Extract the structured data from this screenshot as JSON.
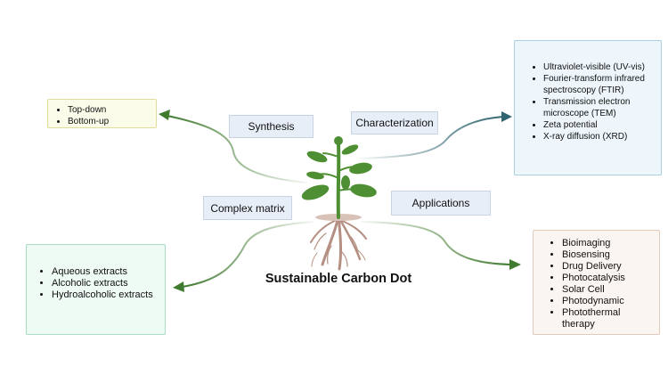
{
  "title": "Sustainable Carbon Dot",
  "labels": {
    "synthesis": "Synthesis",
    "characterization": "Characterization",
    "complex_matrix": "Complex matrix",
    "applications": "Applications"
  },
  "boxes": {
    "synthesis": {
      "items": [
        "Top-down",
        "Bottom-up"
      ],
      "fill": "#fbfbe9",
      "border": "#dedd9b"
    },
    "characterization": {
      "items": [
        "Ultraviolet-visible (UV-vis)",
        "Fourier-transform infrared spectroscopy (FTIR)",
        "Transmission electron microscope (TEM)",
        "Zeta potential",
        "X-ray diffusion (XRD)"
      ],
      "fill": "#eef6fb",
      "border": "#a9d0e4"
    },
    "complex_matrix": {
      "items": [
        "Aqueous extracts",
        "Alcoholic extracts",
        "Hydroalcoholic extracts"
      ],
      "fill": "#eefaf4",
      "border": "#a9dcc3"
    },
    "applications": {
      "items": [
        "Bioimaging",
        "Biosensing",
        "Drug Delivery",
        "Photocatalysis",
        "Solar Cell",
        "Photodynamic",
        "Photothermal therapy"
      ],
      "fill": "#fbf5f1",
      "border": "#e1cbbd"
    }
  },
  "colors": {
    "arrow_green": "#3f7a2e",
    "arrow_teal": "#2f6470",
    "leaf": "#4f8f33",
    "root": "#b58f82"
  }
}
